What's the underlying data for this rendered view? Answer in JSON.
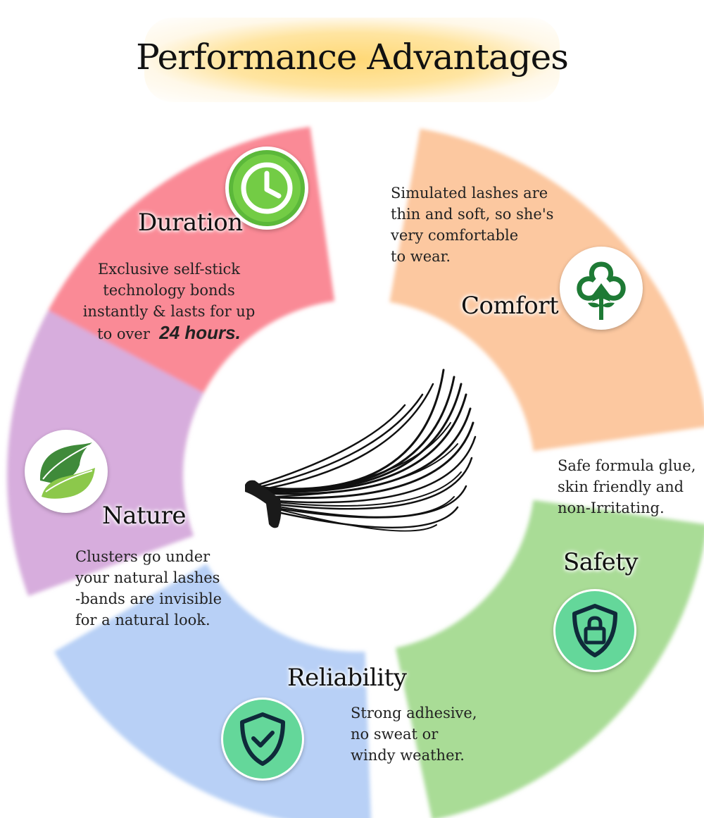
{
  "title": "Performance Advantages",
  "segments": {
    "duration": {
      "label": "Duration",
      "text_lines": [
        "Exclusive self-stick",
        "technology bonds",
        "instantly & lasts for up"
      ],
      "text_last_prefix": "to over",
      "text_last_emphasis": "24 hours.",
      "color": "#fa8a96",
      "icon": "clock-icon"
    },
    "comfort": {
      "label": "Comfort",
      "text_lines": [
        "Simulated lashes are",
        "thin and soft, so she's",
        "very comfortable",
        "to wear."
      ],
      "color": "#fcc8a0",
      "icon": "cotton-icon"
    },
    "safety": {
      "label": "Safety",
      "text_lines": [
        "Safe formula glue,",
        "skin friendly  and",
        "non-Irritating."
      ],
      "color": "#a9dc96",
      "icon": "shield-lock-icon"
    },
    "reliability": {
      "label": "Reliability",
      "text_lines": [
        "Strong adhesive,",
        "no sweat or",
        "windy weather."
      ],
      "color": "#b8d0f6",
      "icon": "shield-check-icon"
    },
    "nature": {
      "label": "Nature",
      "text_lines": [
        "Clusters go under",
        "your natural lashes",
        "-bands are invisible",
        "for a natural look."
      ],
      "color": "#d7addd",
      "icon": "leaf-icon"
    }
  },
  "center": {
    "icon": "eyelash-cluster-icon"
  }
}
